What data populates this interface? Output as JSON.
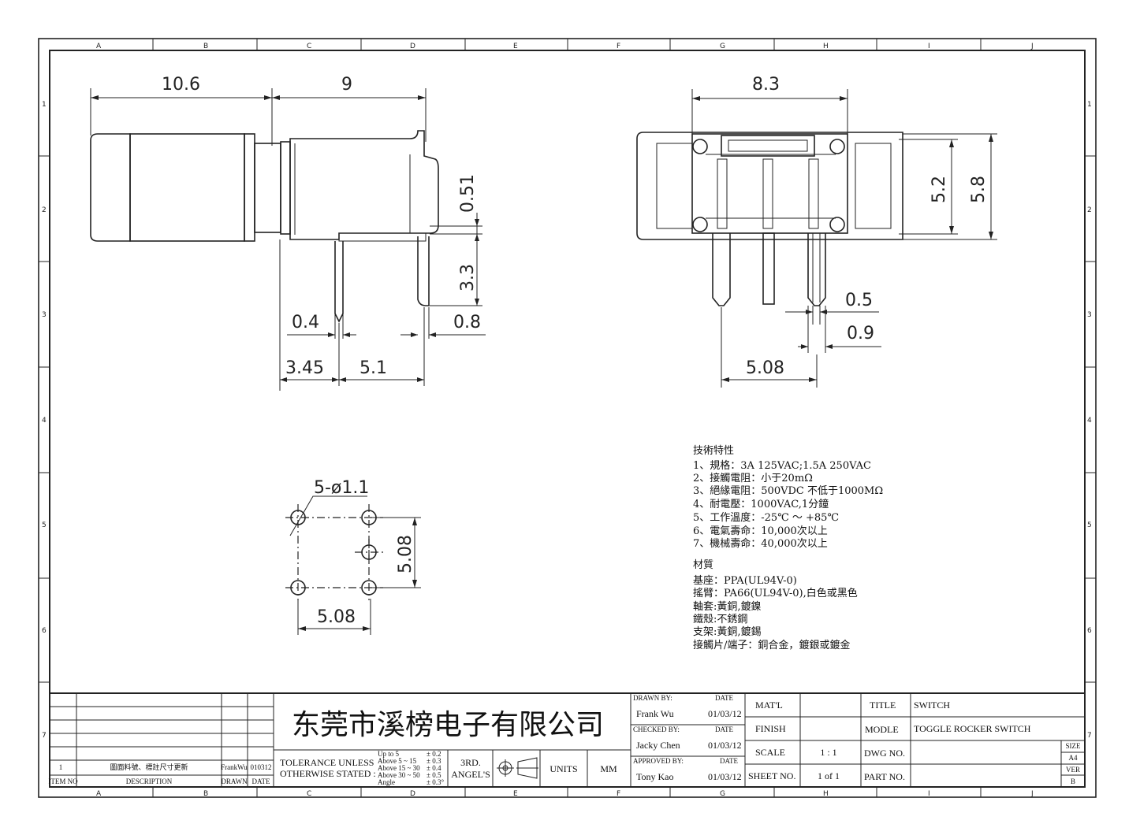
{
  "grid": {
    "columns": [
      "A",
      "B",
      "C",
      "D",
      "E",
      "F",
      "G",
      "H",
      "I",
      "J"
    ],
    "rows": [
      "1",
      "2",
      "3",
      "4",
      "5",
      "6",
      "7"
    ]
  },
  "side_view": {
    "dims": {
      "body": "10.6",
      "housing": "9",
      "bracket": "0.51",
      "pin_length": "3.3",
      "pin_a": "0.4",
      "pin_b": "0.8",
      "offset": "3.45",
      "pitch": "5.1"
    }
  },
  "front_view": {
    "dims": {
      "width": "8.3",
      "h1": "5.2",
      "h2": "5.8",
      "pin_t": "0.5",
      "pin_w": "0.9",
      "pitch": "5.08"
    }
  },
  "pcb_layout": {
    "holes_label": "5-ø1.1",
    "dim_v": "5.08",
    "dim_h": "5.08"
  },
  "specs": {
    "title": "技術特性",
    "items": [
      "1、規格：3A 125VAC;1.5A 250VAC",
      "2、接觸電阻：小于20mΩ",
      "3、絕緣電阻：500VDC 不低于1000MΩ",
      "4、耐電壓：1000VAC,1分鐘",
      "5、工作溫度：-25℃ ～ +85℃",
      "6、電氣壽命：10,000次以上",
      "7、機械壽命：40,000次以上"
    ],
    "materials_title": "材質",
    "materials": [
      "基座：PPA(UL94V-0)",
      "搖臂：PA66(UL94V-0),白色或黑色",
      "軸套:黃銅,鍍鎳",
      "鐵殼:不銹鋼",
      "支架:黃銅,鍍錫",
      "接觸片/端子：銅合金，鍍銀或鍍金"
    ]
  },
  "title_block": {
    "company": "东莞市溪榜电子有限公司",
    "revision": {
      "item_no": "1",
      "description": "圖面料號、標註尺寸更新",
      "drawn": "FrankWu",
      "date": "010312"
    },
    "headers": {
      "item_no": "ITEM NO",
      "description": "DESCRIPTION",
      "drawn": "DRAWN",
      "date": "DATE"
    },
    "tolerance": {
      "line1": "TOLERANCE UNLESS",
      "line2": "OTHERWISE STATED :",
      "ranges": [
        "Up  to 5",
        "Above 5  ~ 15",
        "Above 15 ~ 30",
        "Above 30 ~ 50",
        "Angle"
      ],
      "values": [
        "± 0.2",
        "± 0.3",
        "± 0.4",
        "± 0.5",
        "± 0.3°"
      ]
    },
    "angle": {
      "line1": "3RD.",
      "line2": "ANGEL'S"
    },
    "units_label": "UNITS",
    "units_value": "MM",
    "drawn_by_label": "DRAWN BY:",
    "drawn_by": "Frank Wu",
    "checked_by_label": "CHECKED BY:",
    "checked_by": "Jacky Chen",
    "approved_by_label": "APPROVED BY:",
    "approved_by": "Tony Kao",
    "date_label": "DATE",
    "date": "01/03/12",
    "matl_label": "MAT'L",
    "finish_label": "FINISH",
    "scale_label": "SCALE",
    "scale": "1 : 1",
    "sheet_label": "SHEET NO.",
    "sheet": "1 of 1",
    "title_label": "TITLE",
    "title": "SWITCH",
    "model_label": "MODLE",
    "model": "TOGGLE ROCKER SWITCH",
    "dwg_label": "DWG NO.",
    "part_label": "PART NO.",
    "size_label": "SIZE",
    "size": "A4",
    "ver_label": "VER",
    "ver": "B"
  }
}
